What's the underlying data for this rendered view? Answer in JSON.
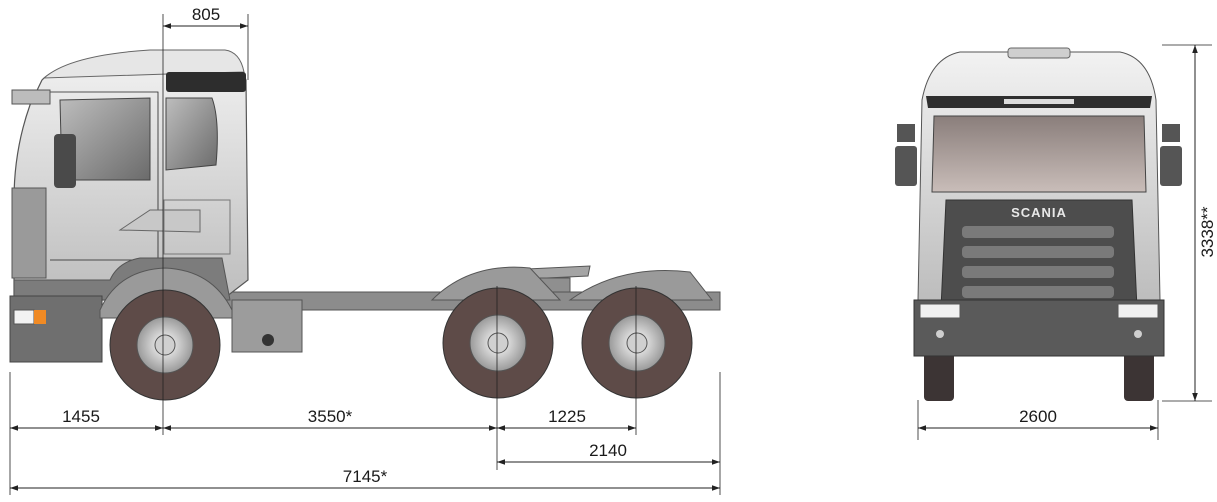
{
  "brand": "SCANIA",
  "dimensions": {
    "cab_rear": "805",
    "front_overhang": "1455",
    "wheelbase": "3550*",
    "rear_axle_spacing": "1225",
    "rear_to_end": "2140",
    "total_length": "7145*",
    "width": "2600",
    "height": "3338**"
  },
  "colors": {
    "cab_body": "#d9d9d9",
    "chassis": "#8c8c8c",
    "bumper": "#6f6f6f",
    "tire": "#5e4b48",
    "dim_line": "#222222"
  }
}
